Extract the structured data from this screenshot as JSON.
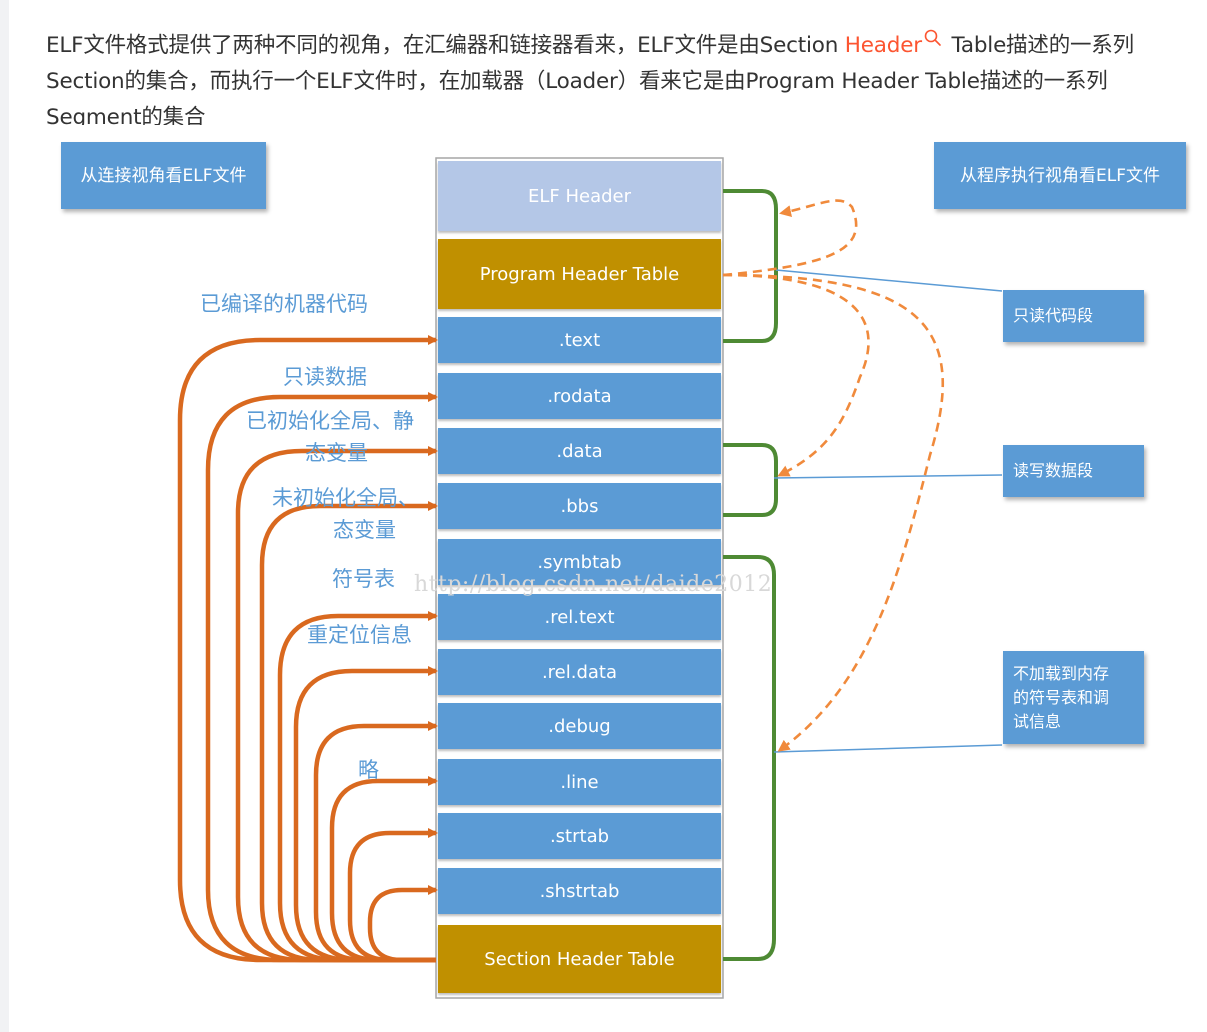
{
  "paragraph": {
    "part1": "ELF文件格式提供了两种不同的视角，在汇编器和链接器看来，ELF文件是由Section ",
    "keyword": "Header",
    "part2": " Table描述的一系列Section的集合，而执行一个ELF文件时，在加载器（Loader）看来它是由Program Header Table描述的一系列Segment的集合"
  },
  "diagram": {
    "link_view_title": "从连接视角看ELF文件",
    "exec_view_title": "从程序执行视角看ELF文件",
    "sections": [
      {
        "label": "ELF Header"
      },
      {
        "label": "Program Header Table"
      },
      {
        "label": ".text"
      },
      {
        "label": ".rodata"
      },
      {
        "label": ".data"
      },
      {
        "label": ".bbs"
      },
      {
        "label": ".symbtab"
      },
      {
        "label": ".rel.text"
      },
      {
        "label": ".rel.data"
      },
      {
        "label": ".debug"
      },
      {
        "label": ".line"
      },
      {
        "label": ".strtab"
      },
      {
        "label": ".shstrtab"
      },
      {
        "label": "Section Header Table"
      }
    ],
    "left_labels": {
      "compiled_code": "已编译的机器代码",
      "readonly_data": "只读数据",
      "init_globals_1": "已初始化全局、静",
      "init_globals_2": "态变量",
      "uninit_globals_1": "未初始化全局、",
      "uninit_globals_2": "态变量",
      "symbol_table": "符号表",
      "relocation_info": "重定位信息",
      "omitted": "略"
    },
    "segments": {
      "readonly_code": "只读代码段",
      "readwrite_data": "读写数据段",
      "not_loaded_1": "不加载到内存",
      "not_loaded_2": "的符号表和调",
      "not_loaded_3": "试信息"
    },
    "watermark": "http://blog.csdn.net/daide2012",
    "colors": {
      "section_blue": "#5b9bd5",
      "header_gold": "#c09000",
      "elf_header_pale": "#b4c7e7",
      "arrow_orange": "#d9691f",
      "bracket_green": "#4e8a34"
    }
  }
}
